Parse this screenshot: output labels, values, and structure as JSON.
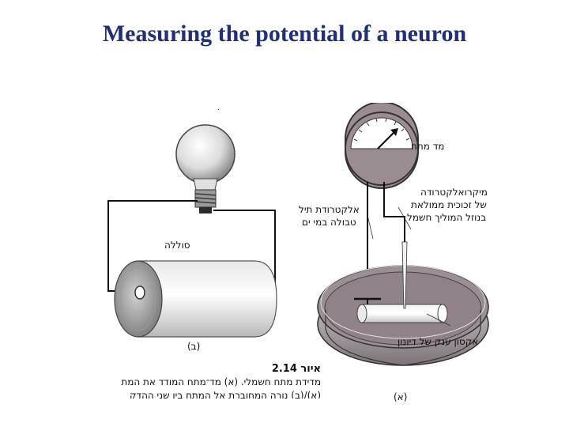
{
  "title": "Measuring the potential of a neuron",
  "labels": {
    "meter": "מד מתח",
    "microelectrode_1": "מיקרואלקטרודה",
    "microelectrode_2": "של זכוכית ממולאת",
    "microelectrode_3": "בנוזל המוליך חשמל",
    "wire_electrode_1": "אלקטרודת תיל",
    "wire_electrode_2": "טבולה במי ים",
    "battery": "סוללה",
    "axon": "אקסון ענק של דיונון",
    "panel_b": "(ב)",
    "panel_a": "(א)"
  },
  "caption": {
    "fig_num": "איור 2.14",
    "line1": "מדידת מתח חשמלי. (א) מד־מתח המודד את המת",
    "line2": "(א)/(ב) נורה המחוברת אל המתח בין שני ההדק"
  },
  "colors": {
    "title": "#1f2f7a",
    "fluid": "#8f8389",
    "meter_fluid": "#9a8d92"
  }
}
